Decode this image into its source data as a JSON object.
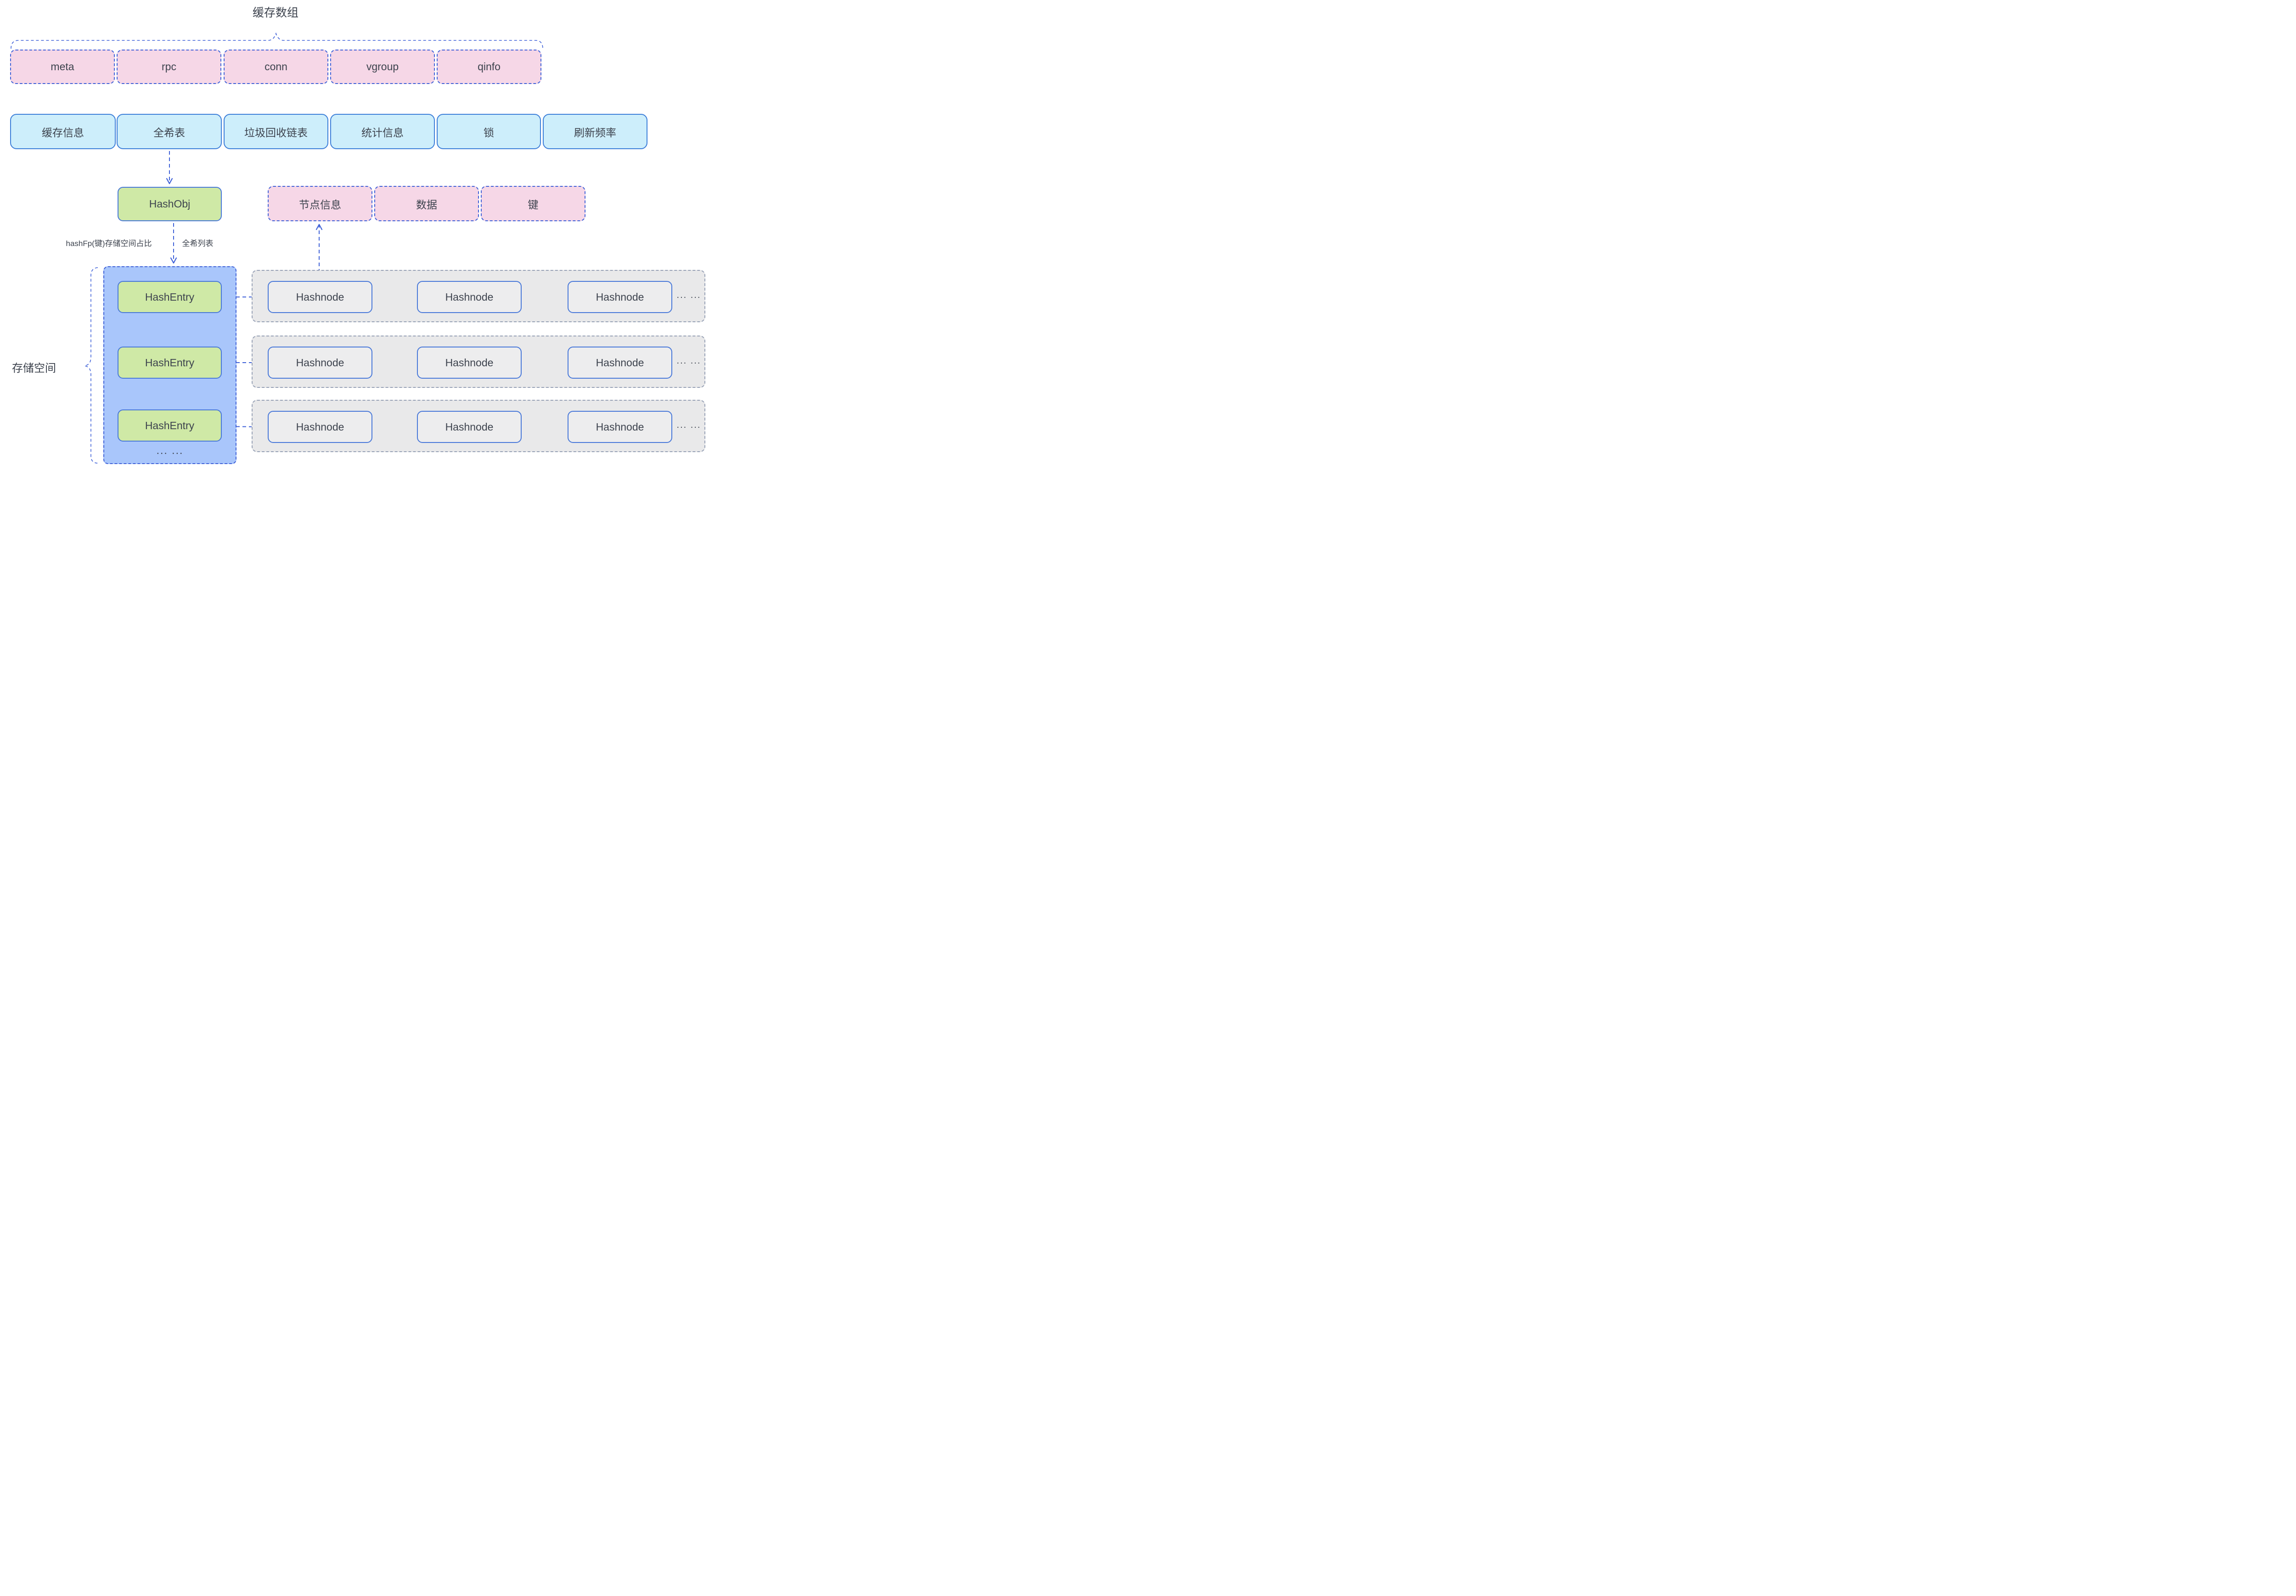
{
  "title": "缓存数组",
  "cache_array": [
    "meta",
    "rpc",
    "conn",
    "vgroup",
    "qinfo"
  ],
  "cache_struct": [
    "缓存信息",
    "全希表",
    "垃圾回收链表",
    "统计信息",
    "锁",
    "刷新频率"
  ],
  "hash_obj_label": "HashObj",
  "node_struct": [
    "节点信息",
    "数据",
    "键"
  ],
  "edge_labels": {
    "hash_fp": "hashFp(键)存储空间占比",
    "hash_list": "全希列表"
  },
  "storage_label": "存储空间",
  "hash_entries": [
    "HashEntry",
    "HashEntry",
    "HashEntry"
  ],
  "hashnode_rows": [
    [
      "Hashnode",
      "Hashnode",
      "Hashnode"
    ],
    [
      "Hashnode",
      "Hashnode",
      "Hashnode"
    ],
    [
      "Hashnode",
      "Hashnode",
      "Hashnode"
    ]
  ],
  "ellipsis": "... ...",
  "colors": {
    "arrow_blue": "#4062d8",
    "pink_fill": "#f6d7e7",
    "cyan_fill": "#cdeefb",
    "cyan_border": "#3e7fd9",
    "green_fill": "#cfe9a6",
    "green_border": "#4a79d9",
    "blue_container_fill": "#a9c6fb",
    "gray_container_fill": "#e9e9ea",
    "node_fill": "#ededee",
    "gray_border": "#98a2b6",
    "text": "#3d434e"
  }
}
